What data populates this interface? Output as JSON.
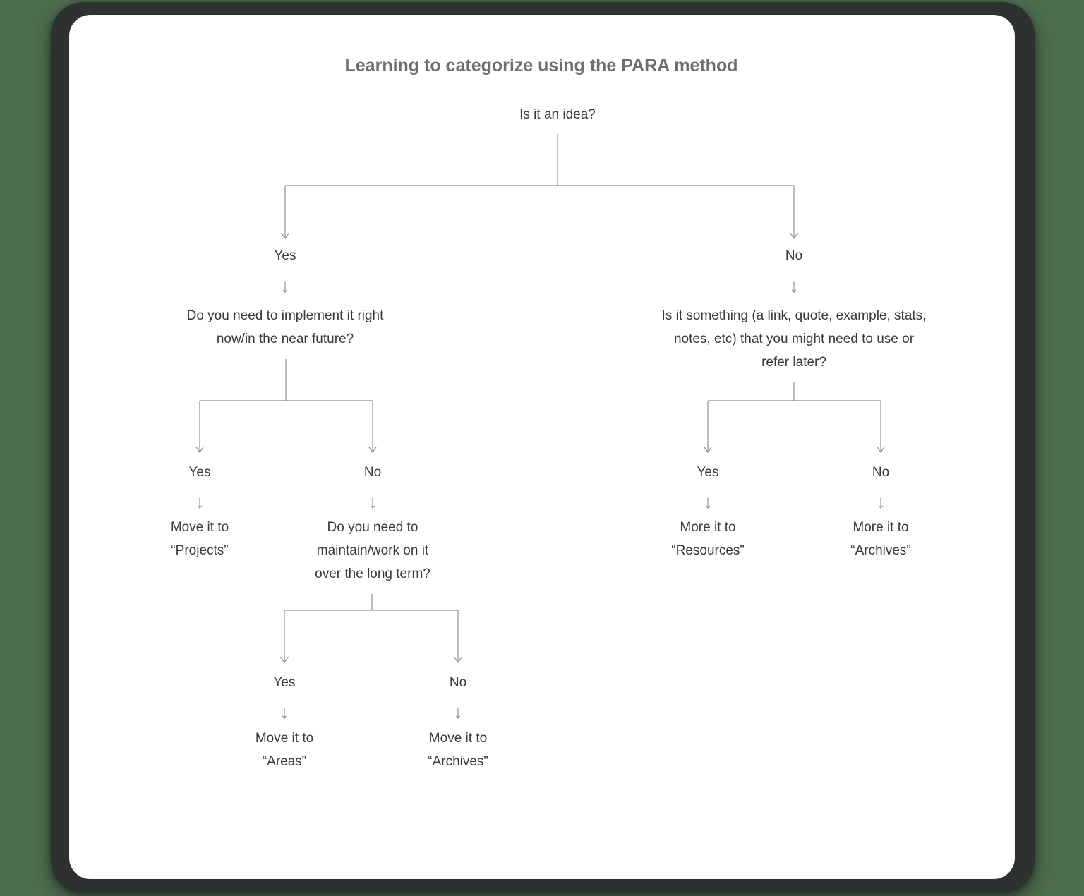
{
  "title": "Learning to categorize using the PARA method",
  "glyphs": {
    "down_arrow": "↓"
  },
  "colors": {
    "page_background": "#4e6e50",
    "frame": "#2d3130",
    "card": "#ffffff",
    "connector_line": "#8f8f8f",
    "arrow_glyph": "#8e8e8e",
    "node_text": "#3a3934",
    "title_text": "#6e6e6b"
  },
  "tree": {
    "root": "Is it an idea?",
    "yes": {
      "label": "Yes",
      "question": "Do you need to implement it right\nnow/in the near future?",
      "yes": {
        "label": "Yes",
        "result": "Move it to\n“Projects”"
      },
      "no": {
        "label": "No",
        "question": "Do you need to\nmaintain/work on it\nover the long term?",
        "yes": {
          "label": "Yes",
          "result": "Move it to\n“Areas”"
        },
        "no": {
          "label": "No",
          "result": "Move it to\n“Archives”"
        }
      }
    },
    "no": {
      "label": "No",
      "question": "Is it something (a link, quote, example, stats,\nnotes, etc) that you might need to use or\nrefer later?",
      "yes": {
        "label": "Yes",
        "result": "More it to\n“Resources”"
      },
      "no": {
        "label": "No",
        "result": "More it to\n“Archives”"
      }
    }
  }
}
